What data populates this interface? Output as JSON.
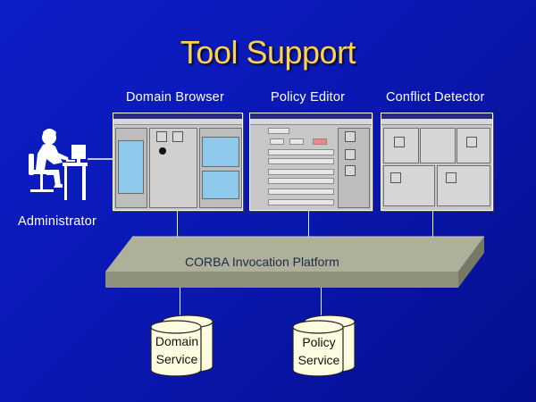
{
  "slide": {
    "title": "Tool Support"
  },
  "captions": {
    "domain_browser": "Domain Browser",
    "policy_editor": "Policy Editor",
    "conflict_detector": "Conflict Detector",
    "administrator": "Administrator"
  },
  "platform": {
    "label": "CORBA Invocation Platform"
  },
  "services": {
    "domain_line1": "Domain",
    "domain_line2": "Service",
    "policy_line1": "Policy",
    "policy_line2": "Service"
  },
  "colors": {
    "background": "#0a18b0",
    "title": "#ffd24a",
    "platform": "#aeb09a",
    "cylinder": "#fffde0"
  }
}
